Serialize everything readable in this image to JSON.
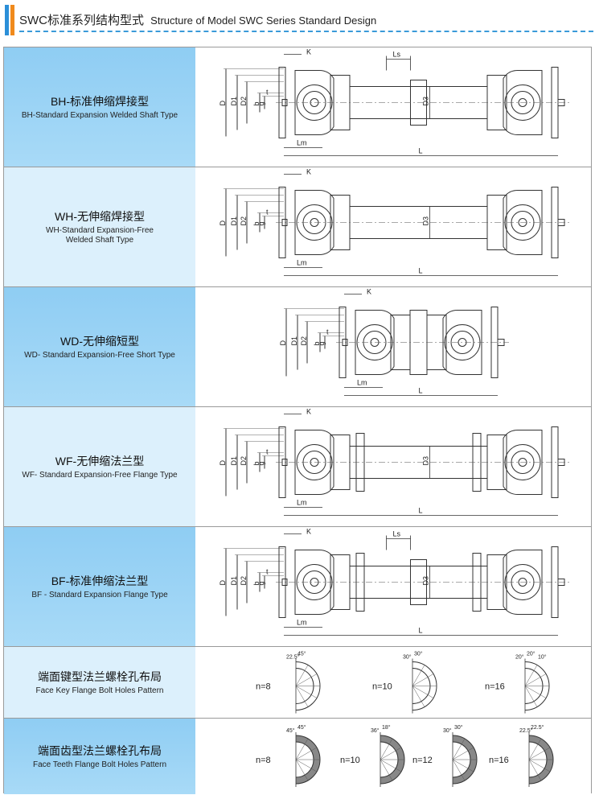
{
  "header": {
    "title_cn": "SWC标准系列结构型式",
    "title_en": "Structure of Model SWC Series Standard Design"
  },
  "rows": [
    {
      "cn": "BH-标准伸缩焊接型",
      "en": [
        "BH-Standard Expansion Welded Shaft Type"
      ]
    },
    {
      "cn": "WH-无伸缩焊接型",
      "en": [
        "WH-Standard Expansion-Free",
        "Welded Shaft Type"
      ]
    },
    {
      "cn": "WD-无伸缩短型",
      "en": [
        "WD- Standard Expansion-Free Short Type"
      ]
    },
    {
      "cn": "WF-无伸缩法兰型",
      "en": [
        "WF- Standard Expansion-Free Flange Type"
      ]
    },
    {
      "cn": "BF-标准伸缩法兰型",
      "en": [
        "BF - Standard Expansion Flange Type"
      ]
    },
    {
      "cn": "端面键型法兰螺栓孔布局",
      "en": [
        "Face Key Flange Bolt Holes Pattern"
      ]
    },
    {
      "cn": "端面齿型法兰螺栓孔布局",
      "en": [
        "Face Teeth Flange Bolt Holes Pattern"
      ]
    }
  ],
  "dims": {
    "D": "D",
    "D1": "D1",
    "D2": "D2",
    "D3": "D3",
    "b": "b",
    "t": "t",
    "g": "g",
    "K": "K",
    "Ls": "Ls",
    "Lm": "Lm",
    "L": "L"
  },
  "key_patterns": [
    "n=8",
    "n=10",
    "n=16"
  ],
  "key_angles": [
    "22.5°",
    "45°",
    "30°",
    "30°",
    "20°",
    "20°",
    "10°"
  ],
  "teeth_patterns": [
    "n=8",
    "n=10",
    "n=12",
    "n=16"
  ],
  "teeth_angles": [
    "45°",
    "45°",
    "36°",
    "18°",
    "30°",
    "30°",
    "22.5°",
    "22.5°"
  ]
}
